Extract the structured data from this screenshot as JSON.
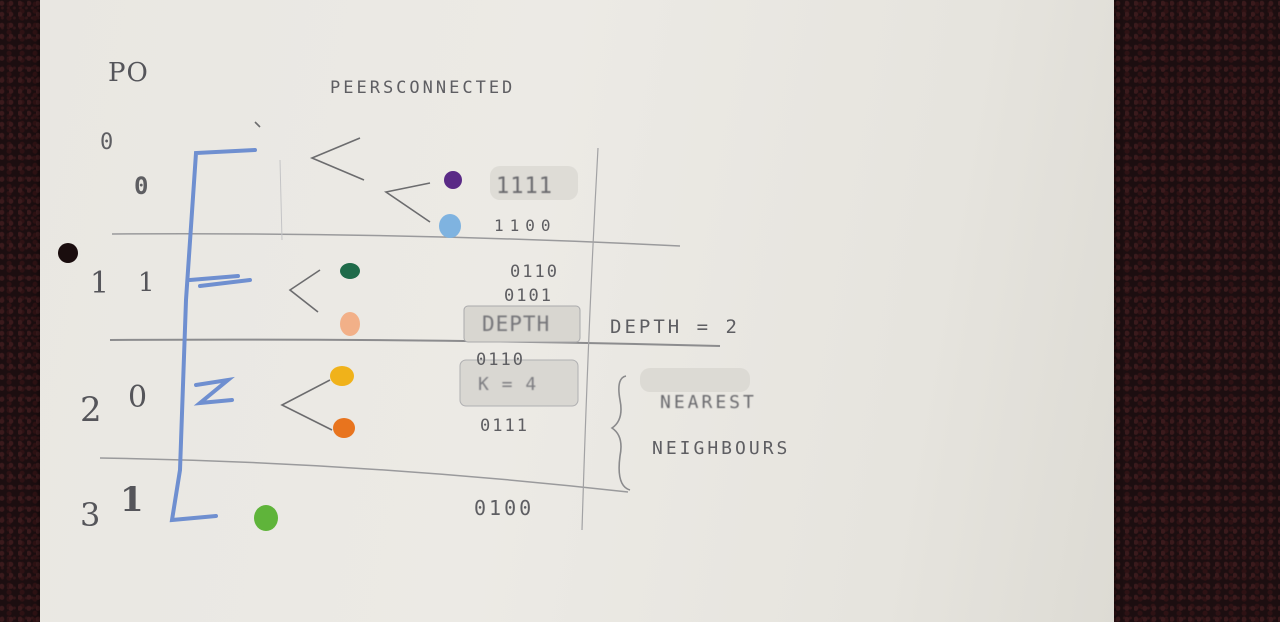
{
  "header": {
    "po_label": "PO",
    "title": "PEERSCONNECTED"
  },
  "rows": [
    {
      "po": "0",
      "peers": "0",
      "addresses": [
        "1111",
        "1100"
      ]
    },
    {
      "po": "1",
      "peers": "1",
      "addresses": [
        "0110",
        "0101"
      ]
    },
    {
      "po": "2",
      "peers": "0",
      "addresses": [
        "0110",
        "0111"
      ]
    },
    {
      "po": "3",
      "peers": "1",
      "addresses": [
        "0100"
      ]
    }
  ],
  "annotations": {
    "depth_box": "DEPTH",
    "depth_label": "DEPTH = 2",
    "k_box": "K = 4",
    "nearest_line1": "NEAREST",
    "nearest_line2": "NEIGHBOURS"
  },
  "colors": {
    "bin_bracket": "#6f8fd0",
    "peer_row0_a": "#5a2a86",
    "peer_row0_b": "#7fb3e0",
    "peer_row1_a": "#1f6b4a",
    "peer_row1_b": "#f2b088",
    "peer_row2_a": "#f0b21a",
    "peer_row2_b": "#e8741e",
    "peer_row3_a": "#5fb43a"
  }
}
